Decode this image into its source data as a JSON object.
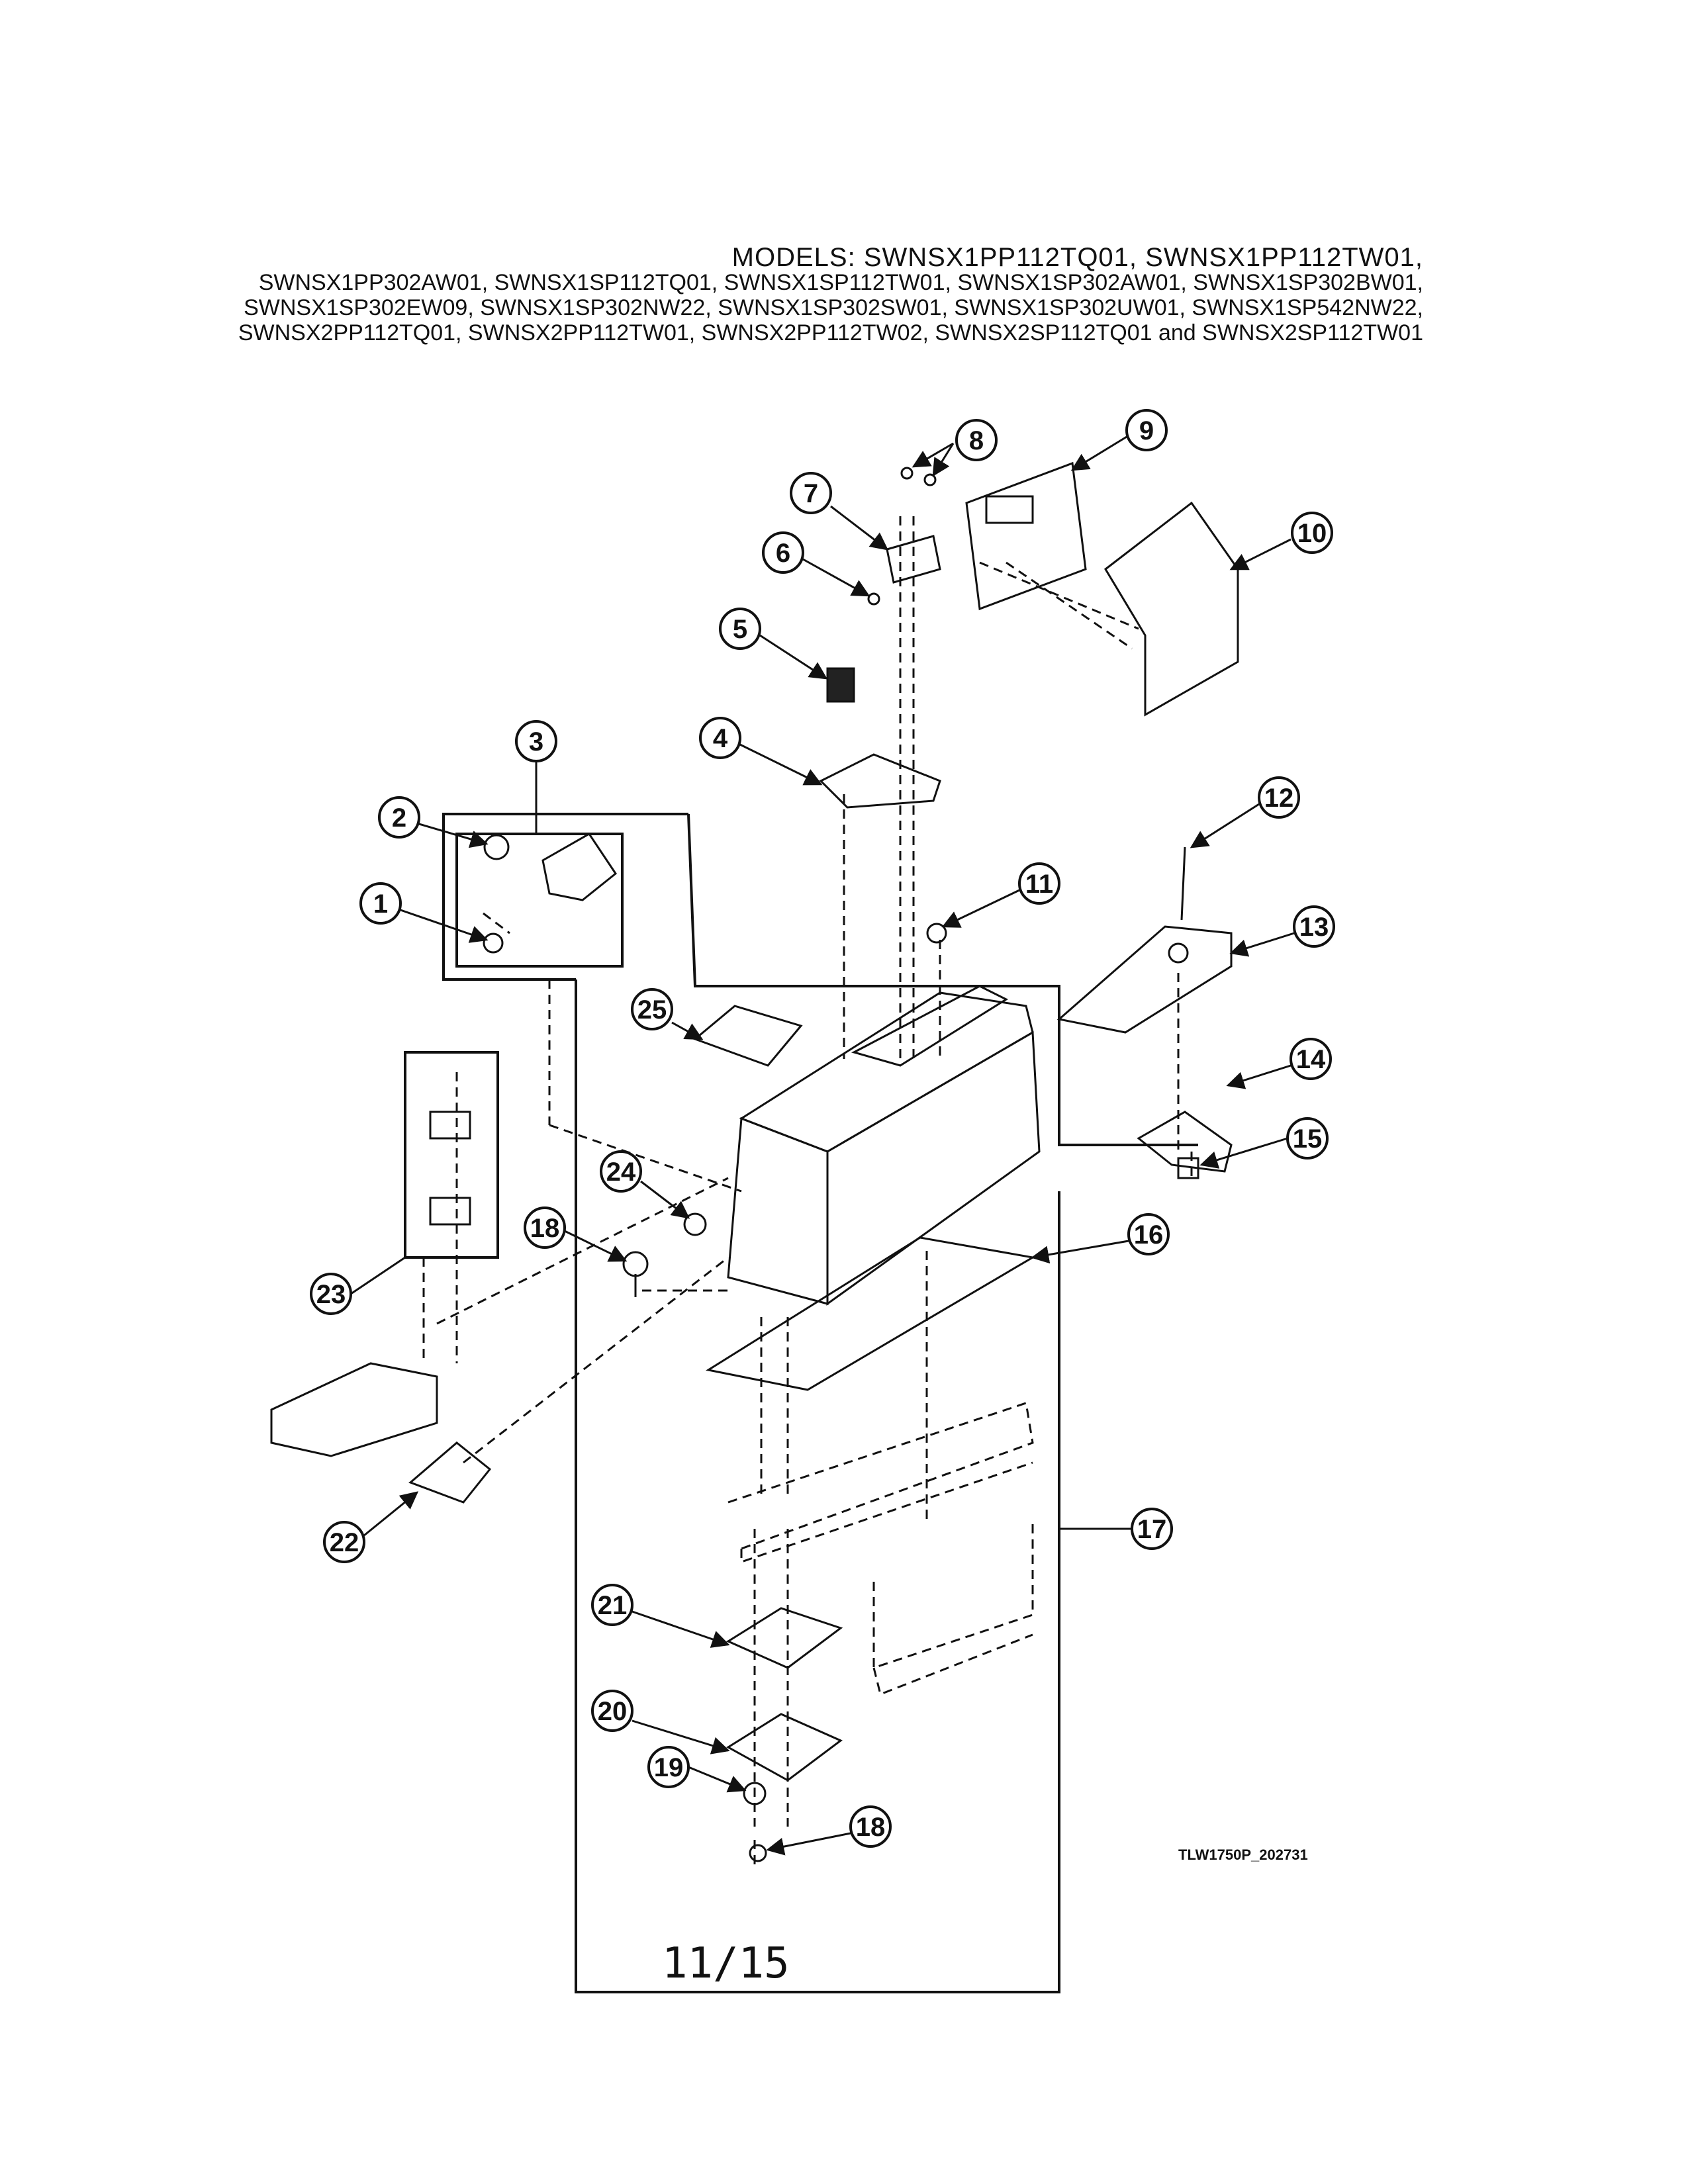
{
  "models": {
    "lines": [
      "MODELS: SWNSX1PP112TQ01, SWNSX1PP112TW01,",
      "SWNSX1PP302AW01, SWNSX1SP112TQ01, SWNSX1SP112TW01, SWNSX1SP302AW01, SWNSX1SP302BW01,",
      "SWNSX1SP302EW09, SWNSX1SP302NW22, SWNSX1SP302SW01, SWNSX1SP302UW01, SWNSX1SP542NW22,",
      "SWNSX2PP112TQ01, SWNSX2PP112TW01, SWNSX2PP112TW02, SWNSX2SP112TQ01 and SWNSX2SP112TW01"
    ]
  },
  "callouts": {
    "c1": "1",
    "c2": "2",
    "c3": "3",
    "c4": "4",
    "c5": "5",
    "c6": "6",
    "c7": "7",
    "c8": "8",
    "c9": "9",
    "c10": "10",
    "c11": "11",
    "c12": "12",
    "c13": "13",
    "c14": "14",
    "c15": "15",
    "c16": "16",
    "c17": "17",
    "c18a": "18",
    "c18b": "18",
    "c19": "19",
    "c20": "20",
    "c21": "21",
    "c22": "22",
    "c23": "23",
    "c24": "24",
    "c25": "25"
  },
  "drawing_code": "TLW1750P_202731",
  "page_number": "11/15"
}
